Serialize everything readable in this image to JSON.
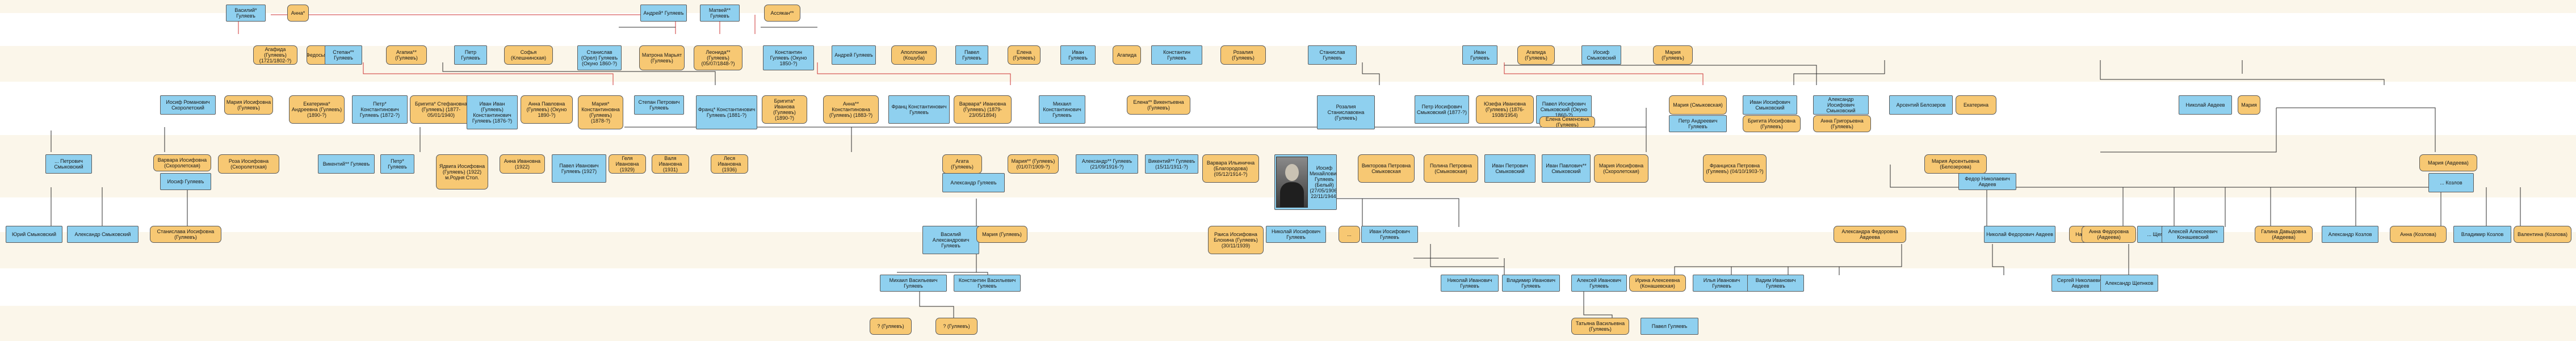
{
  "nodes": [
    {
      "id": "n1",
      "s": "m",
      "t": "Василий* Гуляевъ"
    },
    {
      "id": "n2",
      "s": "f",
      "t": "Анна*"
    },
    {
      "id": "n3",
      "s": "m",
      "t": "Андрей* Гуляевъ"
    },
    {
      "id": "n4",
      "s": "m",
      "t": "Матвей** Гуляевъ"
    },
    {
      "id": "n5",
      "s": "f",
      "t": "Ассякан**"
    },
    {
      "id": "n6",
      "s": "f",
      "t": "Агафида (Гуляевъ) (1721/1802-?)"
    },
    {
      "id": "n7",
      "s": "f",
      "t": "Федосья*"
    },
    {
      "id": "n8",
      "s": "m",
      "t": "Степан** Гуляевъ"
    },
    {
      "id": "n9",
      "s": "f",
      "t": "Агапиа** (Гуляевъ)"
    },
    {
      "id": "n10",
      "s": "m",
      "t": "Петр Гуляевъ"
    },
    {
      "id": "n11",
      "s": "f",
      "t": "Софья (Клешнинская)"
    },
    {
      "id": "n12",
      "s": "m",
      "t": "Станислав (Орел) Гуляевъ (Окуно 1860-?)"
    },
    {
      "id": "n13",
      "s": "f",
      "t": "Матрона Марьят (Гуляевъ)"
    },
    {
      "id": "n14",
      "s": "f",
      "t": "Леонида** (Гуляевъ) (05/07/1848-?)"
    },
    {
      "id": "n15",
      "s": "m",
      "t": "Константин Гуляевъ (Окуно 1850-?)"
    },
    {
      "id": "n16",
      "s": "m",
      "t": "Андрей Гуляевъ"
    },
    {
      "id": "n17",
      "s": "f",
      "t": "Аполлония (Кошуба)"
    },
    {
      "id": "n18",
      "s": "m",
      "t": "Павел Гуляевъ"
    },
    {
      "id": "n19",
      "s": "f",
      "t": "Елена (Гуляевъ)"
    },
    {
      "id": "n20",
      "s": "m",
      "t": "Иван Гуляевъ"
    },
    {
      "id": "n21",
      "s": "f",
      "t": "Агапида"
    },
    {
      "id": "n22",
      "s": "m",
      "t": "Константин Гуляевъ"
    },
    {
      "id": "n23",
      "s": "f",
      "t": "Розалия (Гуляевъ)"
    },
    {
      "id": "n24",
      "s": "m",
      "t": "Станислав Гуляевъ"
    },
    {
      "id": "n25",
      "s": "m",
      "t": "Иван Гуляевъ"
    },
    {
      "id": "n26",
      "s": "f",
      "t": "Агапида (Гуляевъ)"
    },
    {
      "id": "n27",
      "s": "m",
      "t": "Иосиф Смыковский"
    },
    {
      "id": "n28",
      "s": "f",
      "t": "Мария (Гуляевъ)"
    },
    {
      "id": "n29",
      "s": "m",
      "t": "Иосиф Романович Скоролетский"
    },
    {
      "id": "n30",
      "s": "f",
      "t": "Мария Иосифовна (Гуляевъ)"
    },
    {
      "id": "n31",
      "s": "f",
      "t": "Екатерина* Андреевна (Гуляевъ) (1890-?)"
    },
    {
      "id": "n32",
      "s": "m",
      "t": "Петр* Константинович Гуляевъ (1872-?)"
    },
    {
      "id": "n33",
      "s": "f",
      "t": "Бригита* Стефановна (Гуляевъ) (1877-05/01/1940)"
    },
    {
      "id": "n34",
      "s": "m",
      "t": "Иван Иван (Гуляевъ) Константинович Гуляевъ (1876-?)"
    },
    {
      "id": "n35",
      "s": "f",
      "t": "Анна Павловна (Гуляевъ) (Окуно 1890-?)"
    },
    {
      "id": "n36",
      "s": "f",
      "t": "Мария* Константиновна (Гуляевъ) (1878-?)"
    },
    {
      "id": "n37",
      "s": "m",
      "t": "Степан Петрович Гуляевъ"
    },
    {
      "id": "n38",
      "s": "m",
      "t": "Франц* Константинович Гуляевъ (1881-?)"
    },
    {
      "id": "n39",
      "s": "f",
      "t": "Бригита* Иванова (Гуляевъ) (1890-?)"
    },
    {
      "id": "n40",
      "s": "f",
      "t": "Анна** Константиновна (Гуляевъ) (1883-?)"
    },
    {
      "id": "n41",
      "s": "m",
      "t": "Франц Константинович Гуляевъ"
    },
    {
      "id": "n42",
      "s": "f",
      "t": "Варвара* Ивановна (Гуляевъ) (1879-23/05/1894)"
    },
    {
      "id": "n43",
      "s": "m",
      "t": "Михаил Константинович Гуляевъ"
    },
    {
      "id": "n44",
      "s": "f",
      "t": "Елена** Викентьевна (Гуляевъ)"
    },
    {
      "id": "n45",
      "s": "m",
      "t": "Розалия Станиславовна (Гуляевъ)"
    },
    {
      "id": "n46",
      "s": "m",
      "t": "Петр Иосифович Смыковский (1877-?)"
    },
    {
      "id": "n47",
      "s": "f",
      "t": "Юзефа Ивановна (Гуляевъ) (1876-1938/1954)"
    },
    {
      "id": "n48",
      "s": "m",
      "t": "Павел Иосифович Смыковский (Окуно 1860-?)"
    },
    {
      "id": "n49",
      "s": "f",
      "t": "Елена Семеновна (Гуляевъ)"
    },
    {
      "id": "n50",
      "s": "f",
      "t": "Мария (Смыковская)"
    },
    {
      "id": "n51",
      "s": "m",
      "t": "Петр Андреевич Гуляевъ"
    },
    {
      "id": "n52",
      "s": "m",
      "t": "Иван Иосифович Смыковский"
    },
    {
      "id": "n53",
      "s": "f",
      "t": "Бригита Иосифовна (Гуляевъ)"
    },
    {
      "id": "n54",
      "s": "m",
      "t": "Александр Иосифович Смыковский"
    },
    {
      "id": "n55",
      "s": "f",
      "t": "Анна Григорьевна (Гуляевъ)"
    },
    {
      "id": "n56",
      "s": "m",
      "t": "Арсентий Белозеров"
    },
    {
      "id": "n57",
      "s": "f",
      "t": "Екатерина"
    },
    {
      "id": "n58",
      "s": "m",
      "t": "Николай Авдеев"
    },
    {
      "id": "n59",
      "s": "f",
      "t": "Мария"
    },
    {
      "id": "n60",
      "s": "m",
      "t": "... Петрович Смыковский"
    },
    {
      "id": "n61",
      "s": "f",
      "t": "Варвара Иосифовна (Скоролетская)"
    },
    {
      "id": "n62",
      "s": "m",
      "t": "Иосиф Гуляевъ"
    },
    {
      "id": "n63",
      "s": "f",
      "t": "Роза Иосифовна (Скоролетская)"
    },
    {
      "id": "n64",
      "s": "m",
      "t": "Викентий** Гуляевъ"
    },
    {
      "id": "n65",
      "s": "m",
      "t": "Петр* Гуляевъ"
    },
    {
      "id": "n66",
      "s": "f",
      "t": "Ядвига Иосифовна (Гуляевъ) (1922) м.Родня Стол."
    },
    {
      "id": "n67",
      "s": "f",
      "t": "Анна Ивановна (1922)"
    },
    {
      "id": "n68",
      "s": "m",
      "t": "Павел Иванович Гуляевъ (1927)"
    },
    {
      "id": "n69",
      "s": "f",
      "t": "Геля Ивановна (1929)"
    },
    {
      "id": "n70",
      "s": "f",
      "t": "Валя Ивановна (1931)"
    },
    {
      "id": "n71",
      "s": "f",
      "t": "Леся Ивановна (1936)"
    },
    {
      "id": "n72",
      "s": "f",
      "t": "Агата (Гуляевъ)"
    },
    {
      "id": "n73",
      "s": "m",
      "t": "Александр Гуляевъ"
    },
    {
      "id": "n74",
      "s": "f",
      "t": "Мария** (Гуляевъ) (01/07/1909-?)"
    },
    {
      "id": "n75",
      "s": "m",
      "t": "Александр** Гуляевъ (21/09/1916-?)"
    },
    {
      "id": "n76",
      "s": "m",
      "t": "Викентий** Гуляевъ (15/11/1911-?)"
    },
    {
      "id": "n77",
      "s": "f",
      "t": "Варвара Ильинична (Благородова) (05/12/1914-?)"
    },
    {
      "id": "n78",
      "s": "m",
      "t": "Иосиф Михайлович Гуляевъ (Белый) (27/05/1906-22/11/1944)",
      "photo": true
    },
    {
      "id": "n79",
      "s": "f",
      "t": "Викторова Петровна Смыковская"
    },
    {
      "id": "n80",
      "s": "f",
      "t": "Полина Петровна (Смыковская)"
    },
    {
      "id": "n81",
      "s": "m",
      "t": "Иван Петрович Смыковский"
    },
    {
      "id": "n82",
      "s": "m",
      "t": "Иван Павлович** Смыковский"
    },
    {
      "id": "n83",
      "s": "f",
      "t": "Мария Иосифовна (Скоролетская)"
    },
    {
      "id": "n84",
      "s": "f",
      "t": "Франциска Петровна (Гуляевъ) (04/10/1903-?)"
    },
    {
      "id": "n85",
      "s": "f",
      "t": "Мария Арсентьевна (Белозерова)"
    },
    {
      "id": "n86",
      "s": "m",
      "t": "Федор Николаевич Авдеев"
    },
    {
      "id": "n87",
      "s": "f",
      "t": "Мария (Авдеева)"
    },
    {
      "id": "n88",
      "s": "m",
      "t": "... Козлов"
    },
    {
      "id": "n89",
      "s": "m",
      "t": "Юрий Смыковский"
    },
    {
      "id": "n90",
      "s": "m",
      "t": "Александр Смыковский"
    },
    {
      "id": "n91",
      "s": "f",
      "t": "Станислава Иосифовна (Гуляевъ)"
    },
    {
      "id": "n92",
      "s": "m",
      "t": "Василий Александрович Гуляевъ"
    },
    {
      "id": "n93",
      "s": "f",
      "t": "Мария (Гуляевъ)"
    },
    {
      "id": "n94",
      "s": "f",
      "t": "Раиса Иосифовна Блохина (Гуляевъ) (30/11/1939)"
    },
    {
      "id": "n95",
      "s": "m",
      "t": "Николай Иосифович Гуляевъ"
    },
    {
      "id": "n96",
      "s": "f",
      "t": "..."
    },
    {
      "id": "n97",
      "s": "m",
      "t": "Иван Иосифович Гуляевъ"
    },
    {
      "id": "n98",
      "s": "f",
      "t": "Александра Федоровна Авдеева"
    },
    {
      "id": "n99",
      "s": "m",
      "t": "Николай Федорович Авдеев"
    },
    {
      "id": "n100",
      "s": "f",
      "t": "Надя"
    },
    {
      "id": "n101",
      "s": "f",
      "t": "Анна Федоровна (Авдеева)"
    },
    {
      "id": "n102",
      "s": "m",
      "t": "... Щепнков"
    },
    {
      "id": "n103",
      "s": "m",
      "t": "Алексей Алексеевич Конашевский"
    },
    {
      "id": "n104",
      "s": "f",
      "t": "Галина Давыдовна (Авдеева)"
    },
    {
      "id": "n105",
      "s": "m",
      "t": "Александр Козлов"
    },
    {
      "id": "n106",
      "s": "f",
      "t": "Анна (Козлова)"
    },
    {
      "id": "n107",
      "s": "m",
      "t": "Владимир Козлов"
    },
    {
      "id": "n108",
      "s": "f",
      "t": "Валентина (Козлова)"
    },
    {
      "id": "n109",
      "s": "m",
      "t": "Михаил Васильевич Гуляевъ"
    },
    {
      "id": "n110",
      "s": "m",
      "t": "Константин Васильевич Гуляевъ"
    },
    {
      "id": "n111",
      "s": "m",
      "t": "Николай Иванович Гуляевъ"
    },
    {
      "id": "n112",
      "s": "m",
      "t": "Владимир Иванович Гуляевъ"
    },
    {
      "id": "n113",
      "s": "m",
      "t": "Алексей Иванович Гуляевъ"
    },
    {
      "id": "n114",
      "s": "f",
      "t": "Ирина Алексеевна (Конашевская)"
    },
    {
      "id": "n115",
      "s": "m",
      "t": "Илья Иванович Гуляевъ"
    },
    {
      "id": "n116",
      "s": "m",
      "t": "Вадим Иванович Гуляевъ"
    },
    {
      "id": "n117",
      "s": "m",
      "t": "Сергей Николаевич Авдеев"
    },
    {
      "id": "n118",
      "s": "m",
      "t": "Александр Щепнков"
    },
    {
      "id": "n119",
      "s": "f",
      "t": "? (Гуляевъ)"
    },
    {
      "id": "n120",
      "s": "f",
      "t": "? (Гуляевъ)"
    },
    {
      "id": "n121",
      "s": "f",
      "t": "Татьяна Васильевна (Гуляевъ)"
    },
    {
      "id": "n122",
      "s": "m",
      "t": "Павел Гуляевъ"
    }
  ]
}
